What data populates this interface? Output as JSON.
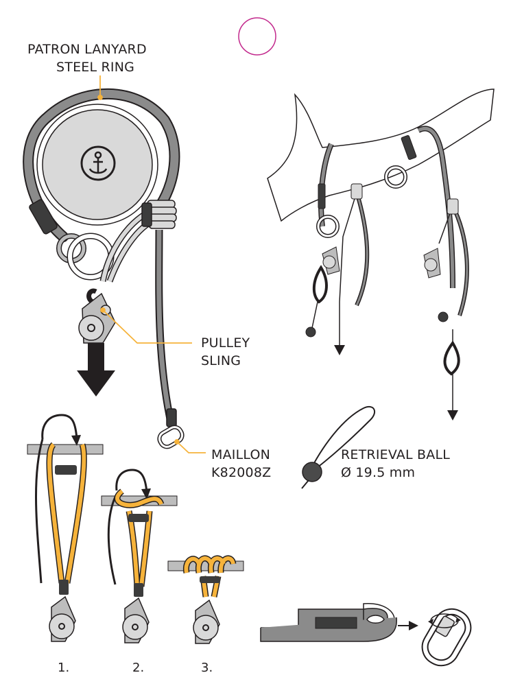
{
  "labels": {
    "lanyard_line1": "PATRON LANYARD",
    "lanyard_line2": "STEEL RING",
    "pulley_line1": "PULLEY",
    "pulley_line2": "SLING",
    "maillon_line1": "MAILLON",
    "maillon_line2": "K82008Z",
    "ball_line1": "RETRIEVAL BALL",
    "ball_line2": "Ø 19.5 mm"
  },
  "steps": [
    "1.",
    "2.",
    "3."
  ],
  "colors": {
    "leader": "#f6b33b",
    "sling": "#f6b33b",
    "rope": "#8b8b8b",
    "dark": "#231f20",
    "marker": "#c2288c"
  },
  "icons": [
    "anchor-icon"
  ]
}
